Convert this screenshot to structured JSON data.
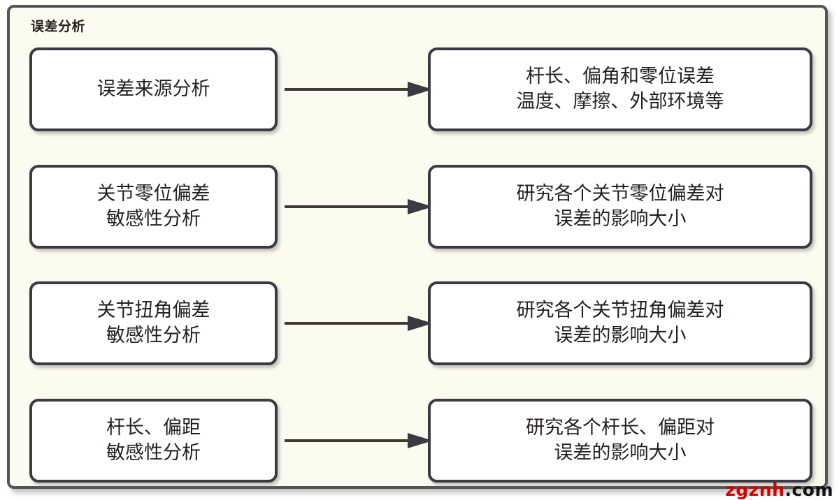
{
  "diagram": {
    "title": "误差分析",
    "frame_border_color": "#53545A",
    "frame_background_color": "#FCFBF0",
    "node_border_color": "#3A3A42",
    "node_background_color": "#FFFFFF",
    "arrow_color": "#3A3A42",
    "rows": [
      {
        "left_label": "误差来源分析",
        "arrow": "→",
        "right_label": "杆长、偏角和零位误差\n温度、摩擦、外部环境等"
      },
      {
        "left_label": "关节零位偏差\n敏感性分析",
        "arrow": "→",
        "right_label": "研究各个关节零位偏差对\n误差的影响大小"
      },
      {
        "left_label": "关节扭角偏差\n敏感性分析",
        "arrow": "→",
        "right_label": "研究各个关节扭角偏差对\n误差的影响大小"
      },
      {
        "left_label": "杆长、偏距\n敏感性分析",
        "arrow": "→",
        "right_label": "研究各个杆长、偏距对\n误差的影响大小"
      }
    ]
  },
  "watermark": {
    "name": "zgznh",
    "tld": ".com",
    "name_color": "#D60000",
    "tld_color": "#111111"
  }
}
